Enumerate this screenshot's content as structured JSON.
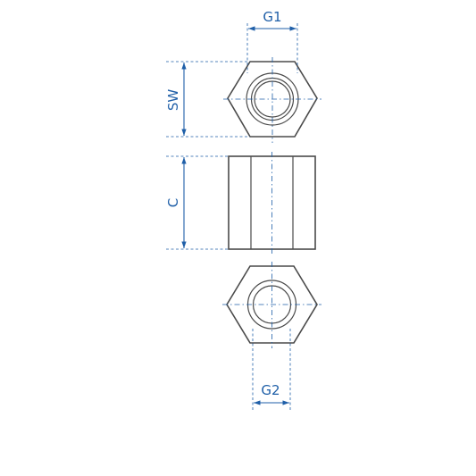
{
  "colors": {
    "dimension": "#1f5fa8",
    "part_outline": "#4a4a4a",
    "background": "#ffffff"
  },
  "labels": {
    "g1": "G1",
    "sw": "SW",
    "c": "C",
    "g2": "G2"
  }
}
